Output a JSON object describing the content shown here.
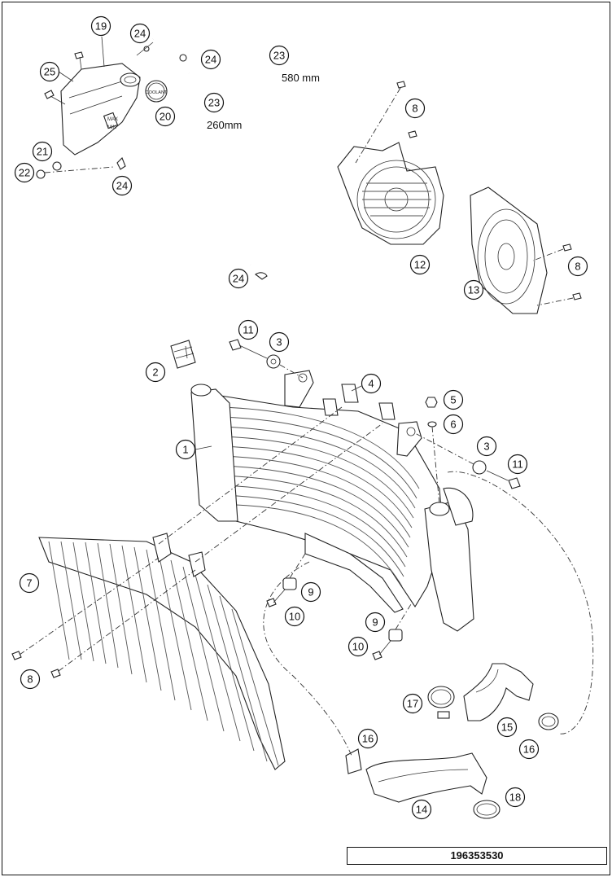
{
  "diagram_number": "196353530",
  "callouts": [
    {
      "id": "c19",
      "label": "19"
    },
    {
      "id": "c24a",
      "label": "24"
    },
    {
      "id": "c24b",
      "label": "24"
    },
    {
      "id": "c23a",
      "label": "23"
    },
    {
      "id": "c25",
      "label": "25"
    },
    {
      "id": "c20",
      "label": "20"
    },
    {
      "id": "c23b",
      "label": "23"
    },
    {
      "id": "c21",
      "label": "21"
    },
    {
      "id": "c22",
      "label": "22"
    },
    {
      "id": "c24c",
      "label": "24"
    },
    {
      "id": "c24d",
      "label": "24"
    },
    {
      "id": "c8a",
      "label": "8"
    },
    {
      "id": "c12",
      "label": "12"
    },
    {
      "id": "c8b",
      "label": "8"
    },
    {
      "id": "c13",
      "label": "13"
    },
    {
      "id": "c11a",
      "label": "11"
    },
    {
      "id": "c3a",
      "label": "3"
    },
    {
      "id": "c2",
      "label": "2"
    },
    {
      "id": "c4",
      "label": "4"
    },
    {
      "id": "c5",
      "label": "5"
    },
    {
      "id": "c6",
      "label": "6"
    },
    {
      "id": "c1",
      "label": "1"
    },
    {
      "id": "c3b",
      "label": "3"
    },
    {
      "id": "c11b",
      "label": "11"
    },
    {
      "id": "c7",
      "label": "7"
    },
    {
      "id": "c9a",
      "label": "9"
    },
    {
      "id": "c10a",
      "label": "10"
    },
    {
      "id": "c9b",
      "label": "9"
    },
    {
      "id": "c10b",
      "label": "10"
    },
    {
      "id": "c8c",
      "label": "8"
    },
    {
      "id": "c17",
      "label": "17"
    },
    {
      "id": "c15",
      "label": "15"
    },
    {
      "id": "c16a",
      "label": "16"
    },
    {
      "id": "c16b",
      "label": "16"
    },
    {
      "id": "c14",
      "label": "14"
    },
    {
      "id": "c18",
      "label": "18"
    }
  ],
  "dimensions": {
    "hose_long": "580 mm",
    "hose_short": "260mm"
  },
  "labels_on_parts": {
    "cap_text": "COOLANT",
    "tank_max": "MAX",
    "tank_min": "MIN"
  }
}
